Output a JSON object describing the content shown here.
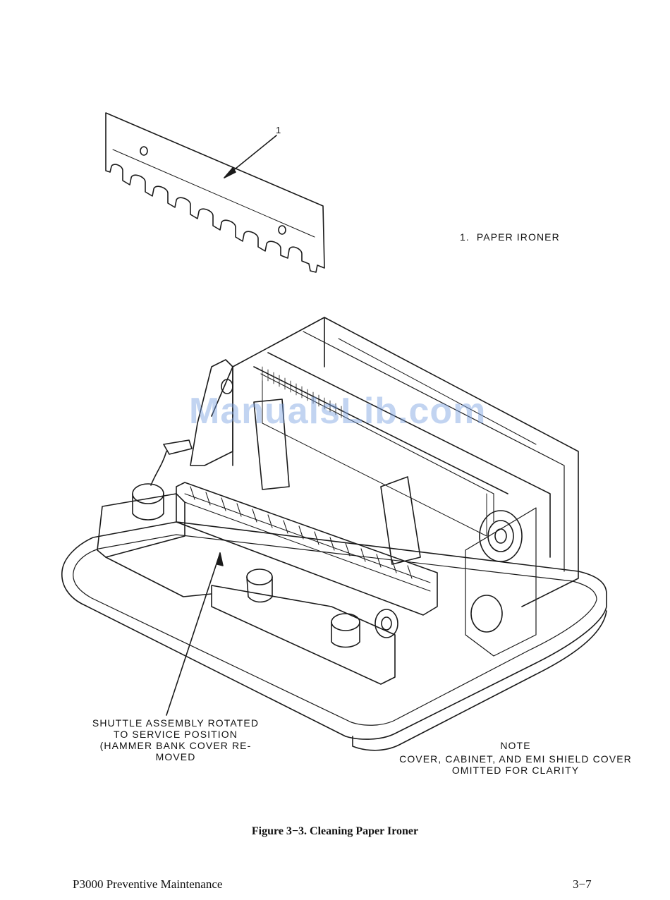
{
  "figure": {
    "callout_number": "1",
    "legend_item": "1.  PAPER IRONER",
    "shuttle_note": "SHUTTLE ASSEMBLY ROTATED\nTO SERVICE POSITION\n(HAMMER BANK COVER RE-\nMOVED",
    "note_heading": "NOTE",
    "note_text": "COVER, CABINET, AND EMI SHIELD COVER\nOMITTED FOR CLARITY",
    "caption": "Figure 3−3. Cleaning Paper Ironer"
  },
  "watermark": "ManualsLib.com",
  "footer": {
    "left": "P3000 Preventive Maintenance",
    "right": "3−7"
  }
}
